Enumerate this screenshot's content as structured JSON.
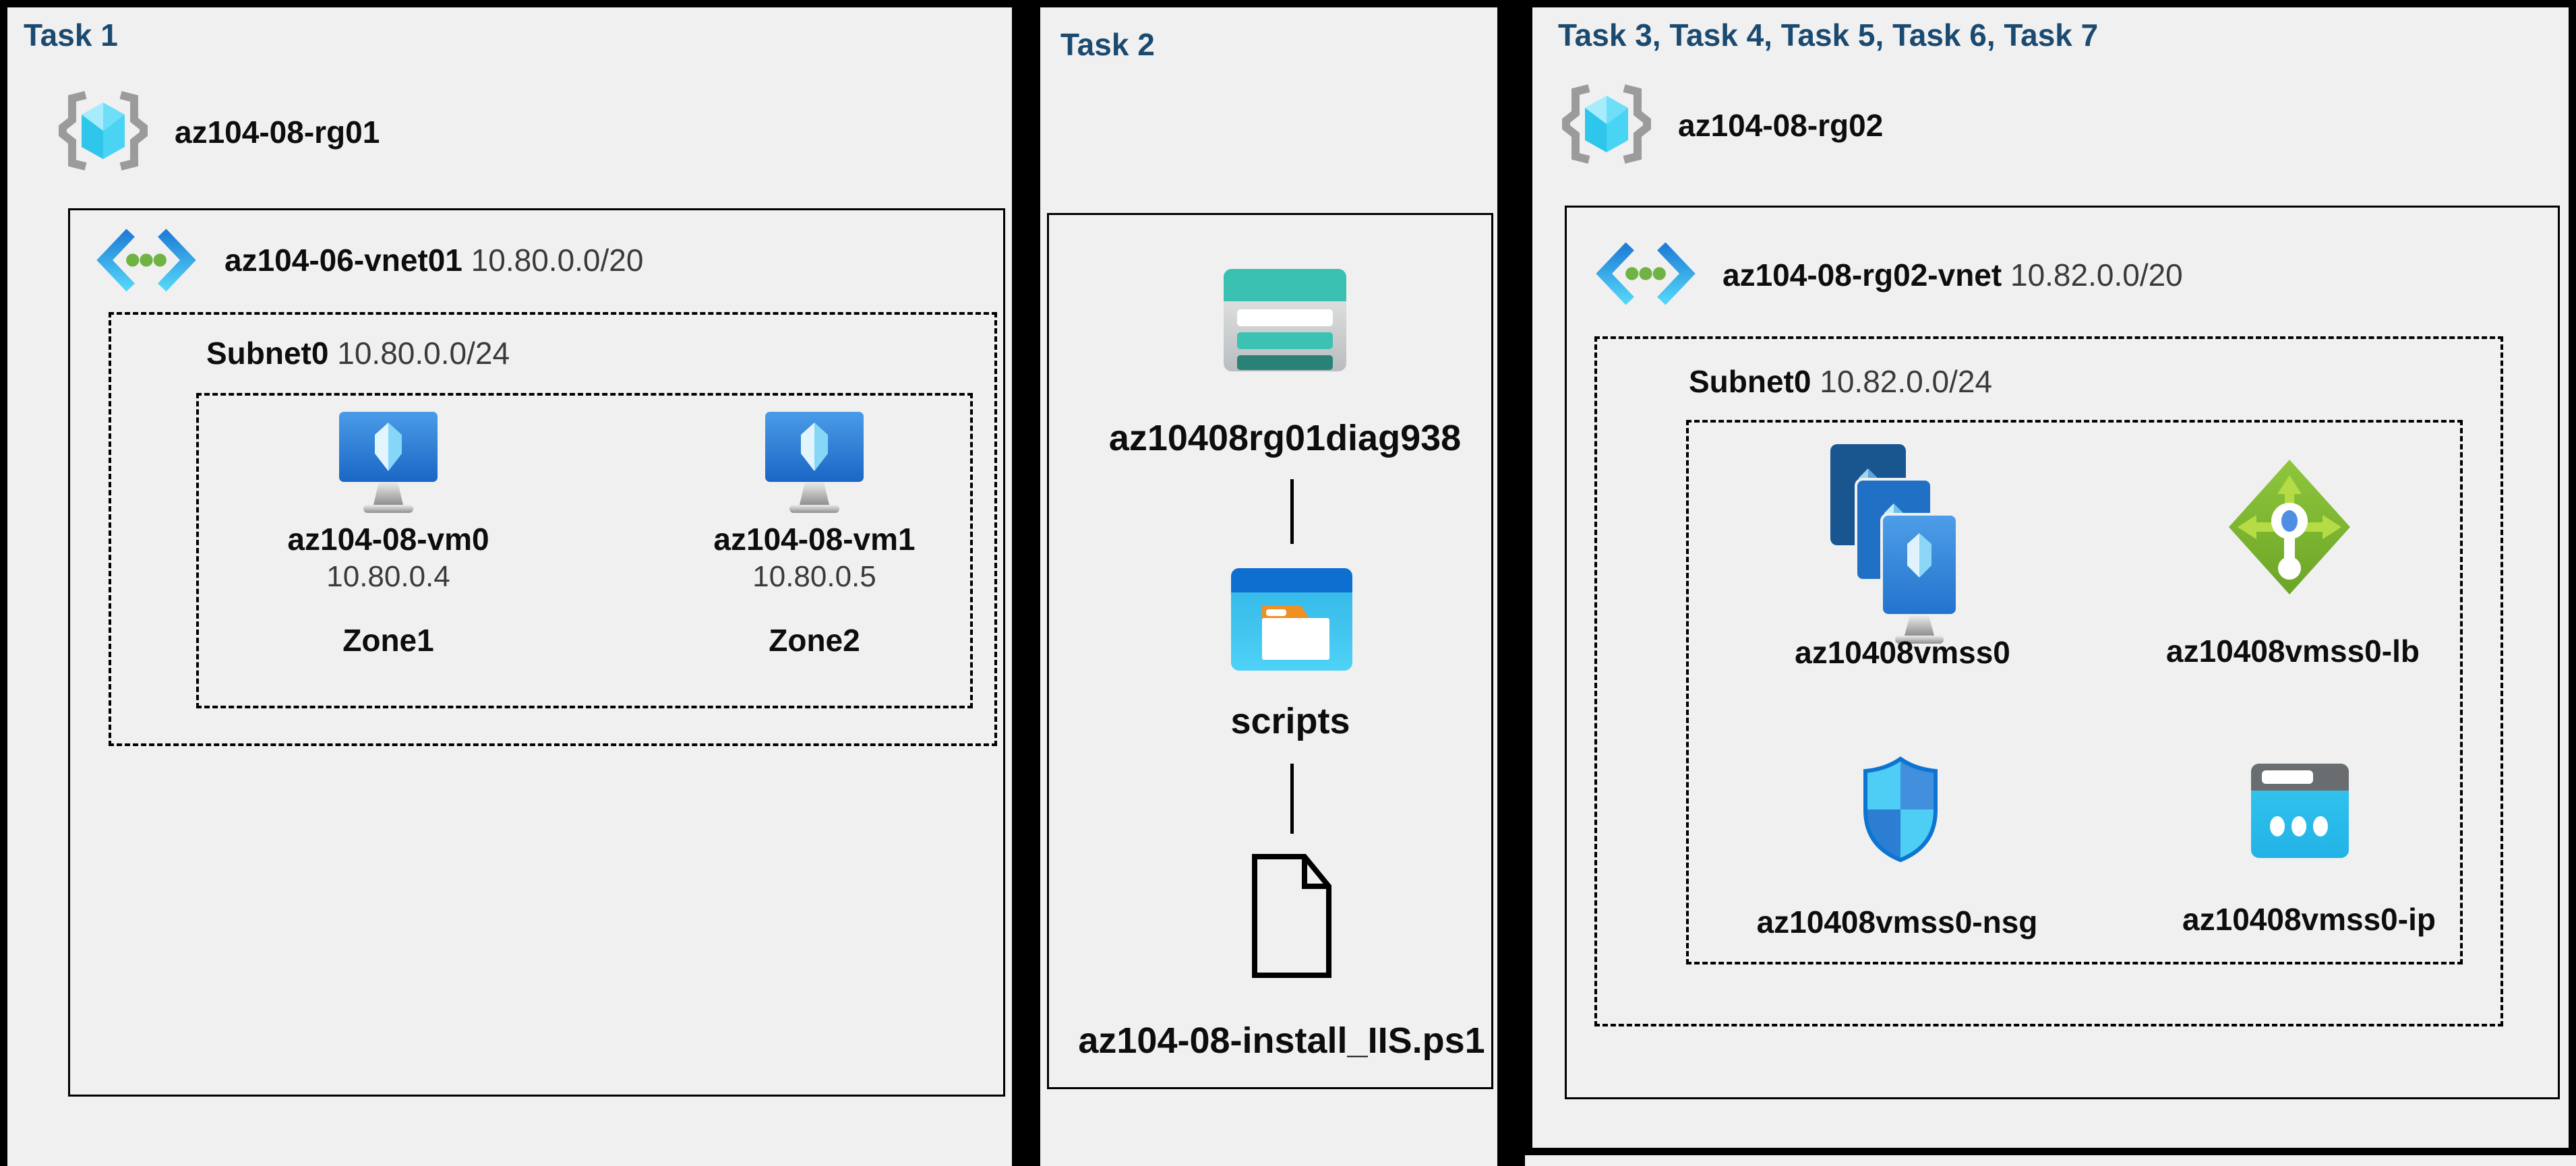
{
  "colors": {
    "title_navy": "#1b4a70",
    "background_gray": "#f0f0f0",
    "line_black": "#000000",
    "storage_teal": "#39c0b0",
    "azure_blue": "#2272c8",
    "container_cyan": "#35c6ee",
    "lb_green": "#7db92c",
    "folder_orange": "#f09022"
  },
  "icons": {
    "resource-group-icon": "gray braces around cyan faceted cube",
    "vnet-icon": "blue angle brackets with three green dots",
    "vm-icon": "blue monitor with crystal and gray stand",
    "storage-account-icon": "teal table rows card",
    "blob-container-icon": "blue window with white folder and orange tab",
    "script-file-icon": "outlined document with folded corner",
    "vmss-icon": "three cascading blue monitors with crystals",
    "load-balancer-icon": "green diamond with arrows and dumbbell",
    "nsg-icon": "quartered blue shield",
    "public-ip-icon": "cyan address card with dots"
  },
  "panels": {
    "task1": {
      "title": "Task 1",
      "resource_group": "az104-08-rg01",
      "vnet": {
        "name": "az104-06-vnet01",
        "cidr": "10.80.0.0/20"
      },
      "subnet": {
        "name": "Subnet0",
        "cidr": "10.80.0.0/24"
      },
      "vms": [
        {
          "name": "az104-08-vm0",
          "ip": "10.80.0.4",
          "zone": "Zone1"
        },
        {
          "name": "az104-08-vm1",
          "ip": "10.80.0.5",
          "zone": "Zone2"
        }
      ]
    },
    "task2": {
      "title": "Task 2",
      "storage_account": "az10408rg01diag938",
      "container": "scripts",
      "file": "az104-08-install_IIS.ps1"
    },
    "task3": {
      "title": "Task 3, Task 4, Task 5, Task 6, Task 7",
      "resource_group": "az104-08-rg02",
      "vnet": {
        "name": "az104-08-rg02-vnet",
        "cidr": "10.82.0.0/20"
      },
      "subnet": {
        "name": "Subnet0",
        "cidr": "10.82.0.0/24"
      },
      "vmss": "az10408vmss0",
      "load_balancer": "az10408vmss0-lb",
      "nsg": "az10408vmss0-nsg",
      "public_ip": "az10408vmss0-ip"
    }
  }
}
